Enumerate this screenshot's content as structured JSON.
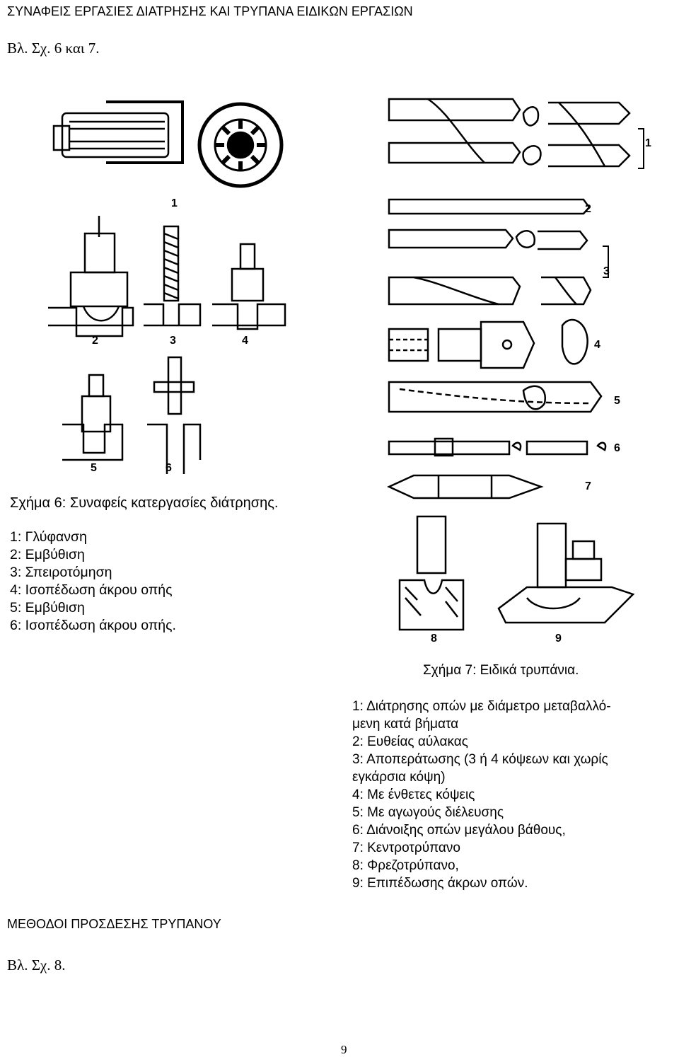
{
  "section1": {
    "heading": "ΣΥΝΑΦΕΙΣ ΕΡΓΑΣΙΕΣ ΔΙΑΤΡΗΣΗΣ ΚΑΙ ΤΡΥΠΑΝΑ ΕΙΔΙΚΩΝ ΕΡΓΑΣΙΩΝ",
    "ref": "Βλ. Σχ. 6 και 7."
  },
  "figure6": {
    "labels": [
      "1",
      "2",
      "3",
      "4",
      "5",
      "6"
    ],
    "caption": "Σχήμα 6: Συναφείς κατεργασίες διάτρησης.",
    "items": [
      "1: Γλύφανση",
      "2: Εμβύθιση",
      "3: Σπειροτόμηση",
      "4: Ισοπέδωση άκρου οπής",
      "5: Εμβύθιση",
      "6: Ισοπέδωση άκρου οπής."
    ]
  },
  "figure7": {
    "labels": [
      "1",
      "2",
      "3",
      "4",
      "5",
      "6",
      "7",
      "8",
      "9"
    ],
    "caption": "Σχήμα 7: Ειδικά τρυπάνια.",
    "items": [
      "1: Διάτρησης οπών με διάμετρο μεταβαλλό-",
      "μενη κατά βήματα",
      "2: Ευθείας αύλακας",
      "3: Αποπεράτωσης (3 ή 4 κόψεων και χωρίς",
      "εγκάρσια κόψη)",
      "4: Με ένθετες κόψεις",
      "5: Με αγωγούς διέλευσης",
      "6: Διάνοιξης οπών μεγάλου βάθους,",
      "7: Κεντροτρύπανο",
      "8: Φρεζοτρύπανο,",
      "9: Επιπέδωσης άκρων οπών."
    ]
  },
  "section2": {
    "heading": "ΜΕΘΟΔΟΙ ΠΡΟΣΔΕΣΗΣ ΤΡΥΠΑΝΟΥ",
    "ref": "Βλ. Σχ. 8."
  },
  "page_number": "9"
}
